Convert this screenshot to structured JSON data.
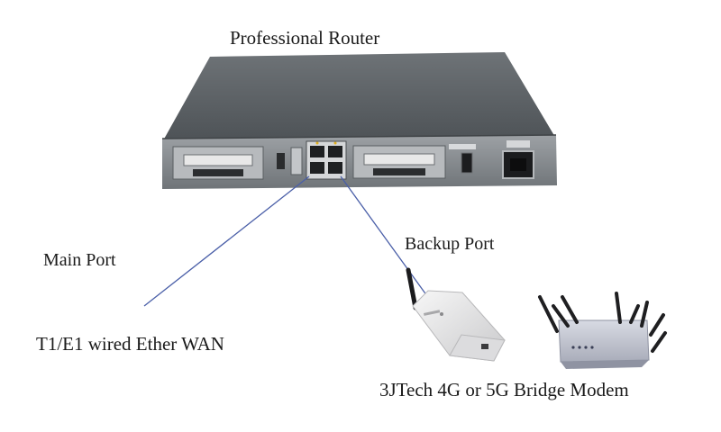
{
  "diagram": {
    "title": "Professional Router",
    "main_port_label": "Main Port",
    "backup_port_label": "Backup Port",
    "wan_label": "T1/E1 wired Ether WAN",
    "modem_label": "3JTech 4G or 5G Bridge Modem"
  },
  "colors": {
    "router_body": "#5f6468",
    "router_panel": "#8a8f93",
    "cable": "#4a5fa8",
    "modem_body": "#e9e9ea",
    "bridge_body": "#c9ccd6",
    "antenna": "#202022"
  }
}
